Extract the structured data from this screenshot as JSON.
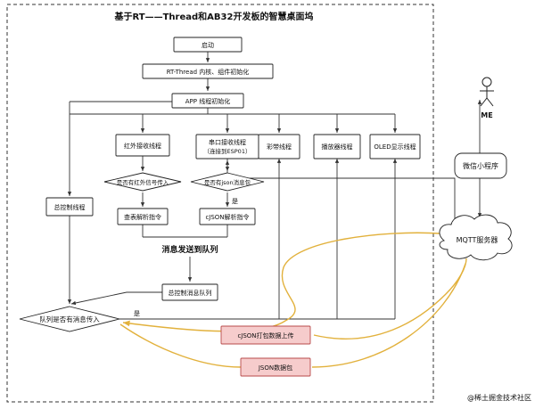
{
  "title": "基于RT——Thread和AB32开发板的智慧桌面坞",
  "nodes": {
    "start": "启动",
    "init": "RT-Thread 内核、组件初始化",
    "app": "APP 线程初始化",
    "ir": "红外接收线程",
    "uart_1": "串口接收线程",
    "uart_2": "（连接到ESP01）",
    "strip": "彩带线程",
    "player": "播放器线程",
    "oled": "OLED显示线程",
    "master": "总控制线程",
    "q_ir": "是否有红外信号传入",
    "q_json": "是否有json消息包",
    "yes_json": "是",
    "lookup": "查表解析指令",
    "cjson": "cJSON解析指令",
    "send": "消息发送到队列",
    "queue": "总控制消息队列",
    "q_queue": "队列是否有消息传入",
    "yes_queue": "是",
    "pack": "cJSON打包数据上传",
    "packet": "JSON数据包",
    "mqtt": "MQTT服务器",
    "wechat": "微信小程序",
    "me": "ME"
  },
  "watermark": "@稀土掘金技术社区"
}
